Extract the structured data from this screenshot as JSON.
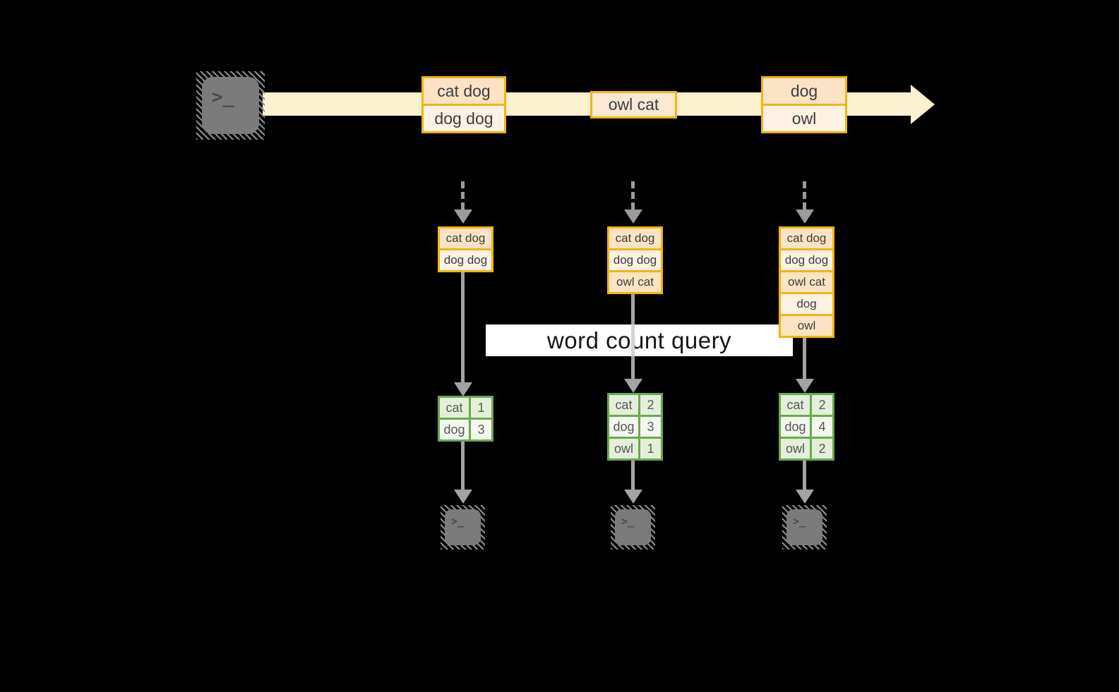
{
  "diagram": {
    "query_label": "word count query",
    "timeline_events": [
      {
        "lines": [
          "cat dog",
          "dog dog"
        ]
      },
      {
        "lines": [
          "owl cat"
        ]
      },
      {
        "lines": [
          "dog",
          "owl"
        ]
      }
    ],
    "columns": [
      {
        "buffer": [
          "cat dog",
          "dog dog"
        ],
        "counts": [
          {
            "word": "cat",
            "count": "1"
          },
          {
            "word": "dog",
            "count": "3"
          }
        ]
      },
      {
        "buffer": [
          "cat dog",
          "dog dog",
          "owl cat"
        ],
        "counts": [
          {
            "word": "cat",
            "count": "2"
          },
          {
            "word": "dog",
            "count": "3"
          },
          {
            "word": "owl",
            "count": "1"
          }
        ]
      },
      {
        "buffer": [
          "cat dog",
          "dog dog",
          "owl cat",
          "dog",
          "owl"
        ],
        "counts": [
          {
            "word": "cat",
            "count": "2"
          },
          {
            "word": "dog",
            "count": "4"
          },
          {
            "word": "owl",
            "count": "2"
          }
        ]
      }
    ],
    "terminal_glyph": ">_",
    "colors": {
      "gold_border": "#F2B411",
      "peach_fill": "#FBE3C4",
      "cream_fill": "#FDF2E3",
      "stream_arrow": "#FAF1CE",
      "green_border": "#6CA84D",
      "green_fill": "#E4EFDA",
      "connector_gray": "#A3A3A3",
      "terminal_gray": "#7B7B7B",
      "query_band_bg": "#FFFFFF"
    }
  }
}
